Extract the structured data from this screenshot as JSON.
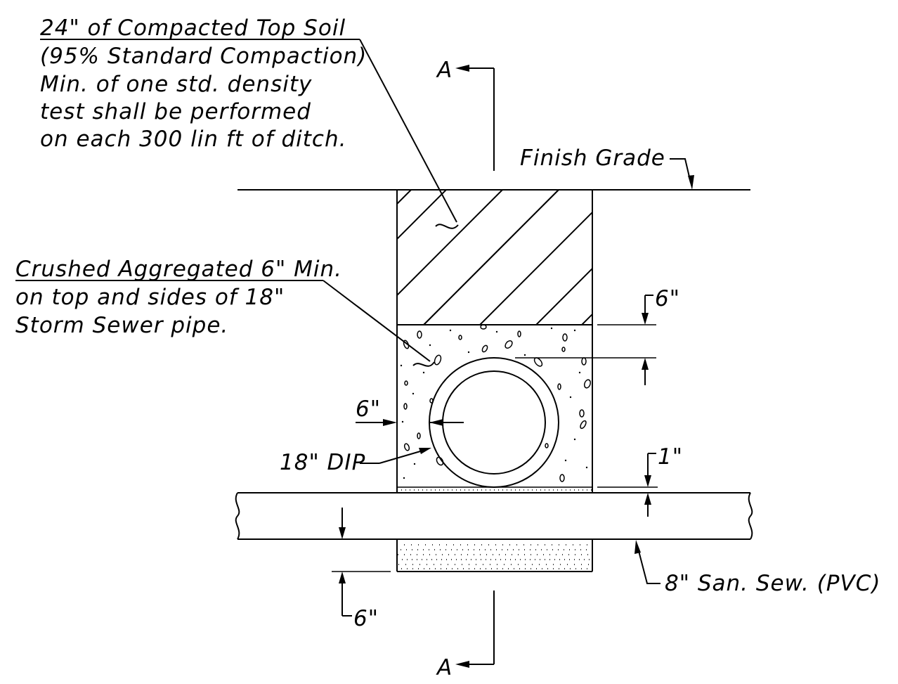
{
  "labels": {
    "topsoil_line1": "24\" of Compacted Top Soil",
    "topsoil_line2": "(95% Standard Compaction)",
    "topsoil_line3": "Min. of one std. density",
    "topsoil_line4": "test shall be performed",
    "topsoil_line5": "on each 300 lin ft of ditch.",
    "aggregate_line1": "Crushed Aggregated 6\" Min.",
    "aggregate_line2": "on top and sides of 18\"",
    "aggregate_line3": "Storm Sewer pipe.",
    "section_top": "A",
    "section_bottom": "A",
    "finish_grade": "Finish Grade",
    "dim_top": "6\"",
    "dim_side": "6\"",
    "dim_clear": "1\"",
    "dim_bottom": "6\"",
    "pipe_label": "18\" DIP",
    "sewer_label": "8\" San. Sew. (PVC)"
  }
}
